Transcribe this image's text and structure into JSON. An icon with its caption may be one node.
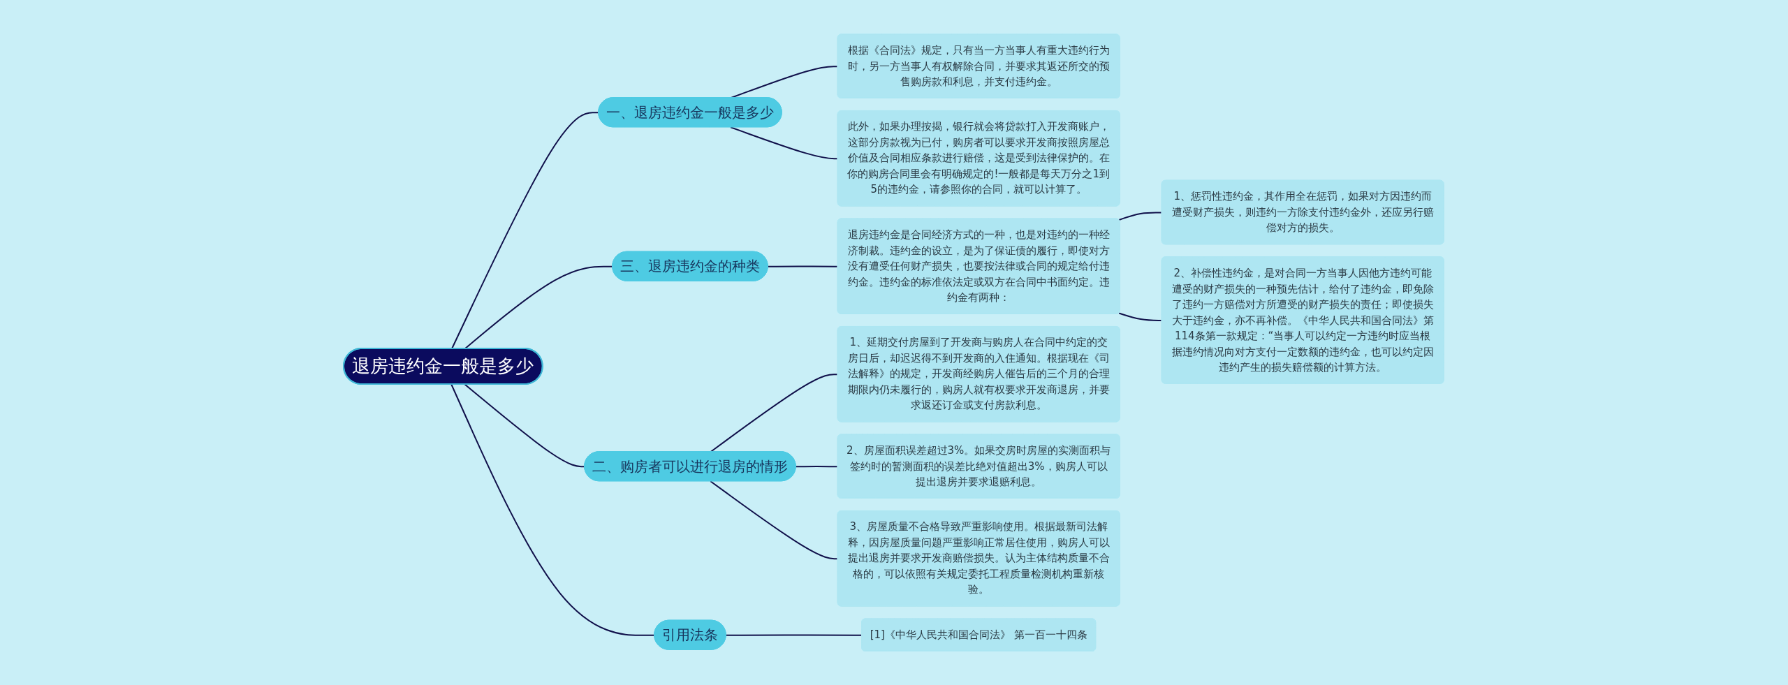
{
  "diagram": {
    "nodes": [
      {
        "text": [
          "退房违约金一般是多少"
        ]
      },
      {
        "text": [
          "一、退房违约金一般是多少"
        ]
      },
      {
        "text": [
          "根据《合同法》规定，只有当一方当事人有重大违约行为时，另一方当事人有权解除合同，并要求其返还所交的预售购房款和利息，并支付违约金。"
        ]
      },
      {
        "text": [
          "此外，如果办理按揭，银行就会将贷款打入开发商账户，这部分房款视为已付，购房者可以要求开发商按照房屋总价值及合同相应条款进行赔偿，这是受到法律保护的。在你的购房合同里会有明确规定的!一般都是每天万分之1到5的违约金，请参照你的合同，就可以计算了。"
        ]
      },
      {
        "text": [
          "三、退房违约金的种类"
        ]
      },
      {
        "text": [
          "退房违约金是合同经济方式的一种，也是对违约的一种经济制裁。违约金的设立，是为了保证债的履行，即使对方没有遭受任何财产损失，也要按法律或合同的规定给付违约金。违约金的标准依法定或双方在合同中书面约定。违约金有两种："
        ]
      },
      {
        "text": [
          "1、惩罚性违约金，其作用全在惩罚，如果对方因违约而遭受财产损失，则违约一方除支付违约金外，还应另行赔偿对方的损失。"
        ]
      },
      {
        "text": [
          "2、补偿性违约金，是对合同一方当事人因他方违约可能遭受的财产损失的一种预先估计，给付了违约金，即免除了违约一方赔偿对方所遭受的财产损失的责任；即使损失大于违约金，亦不再补偿。《中华人民共和国合同法》第114条第一款规定：“当事人可以约定一方违约时应当根据违约情况向对方支付一定数额的违约金，也可以约定因违约产生的损失赔偿额的计算方法。"
        ]
      },
      {
        "text": [
          "二、购房者可以进行退房的情形"
        ]
      },
      {
        "text": [
          "1、延期交付房屋到了开发商与购房人在合同中约定的交房日后，却迟迟得不到开发商的入住通知。根据现在《司法解释》的规定，开发商经购房人催告后的三个月的合理期限内仍未履行的，购房人就有权要求开发商退房，并要求返还订金或支付房款利息。"
        ]
      },
      {
        "text": [
          "2、房屋面积误差超过3%。如果交房时房屋的实测面积与签约时的暂测面积的误差比绝对值超出3%，购房人可以提出退房并要求退赔利息。"
        ]
      },
      {
        "text": [
          "3、房屋质量不合格导致严重影响使用。根据最新司法解释，因房屋质量问题严重影响正常居住使用，购房人可以提出退房并要求开发商赔偿损失。认为主体结构质量不合格的，可以依照有关规定委托工程质量检测机构重新核验。"
        ]
      },
      {
        "text": [
          "引用法条"
        ]
      },
      {
        "text": [
          "[1]《中华人民共和国合同法》 第一百一十四条"
        ]
      }
    ],
    "edges": [
      {
        "from": 0,
        "to": 1,
        "arrow": "none"
      },
      {
        "from": 1,
        "to": 2,
        "arrow": "none"
      },
      {
        "from": 1,
        "to": 3,
        "arrow": "none"
      },
      {
        "from": 0,
        "to": 4,
        "arrow": "none"
      },
      {
        "from": 4,
        "to": 5,
        "arrow": "none"
      },
      {
        "from": 5,
        "to": 6,
        "arrow": "none"
      },
      {
        "from": 5,
        "to": 7,
        "arrow": "none"
      },
      {
        "from": 0,
        "to": 8,
        "arrow": "none"
      },
      {
        "from": 8,
        "to": 9,
        "arrow": "none"
      },
      {
        "from": 8,
        "to": 10,
        "arrow": "none"
      },
      {
        "from": 8,
        "to": 11,
        "arrow": "none"
      },
      {
        "from": 0,
        "to": 12,
        "arrow": "none"
      },
      {
        "from": 12,
        "to": 13,
        "arrow": "none"
      }
    ]
  }
}
